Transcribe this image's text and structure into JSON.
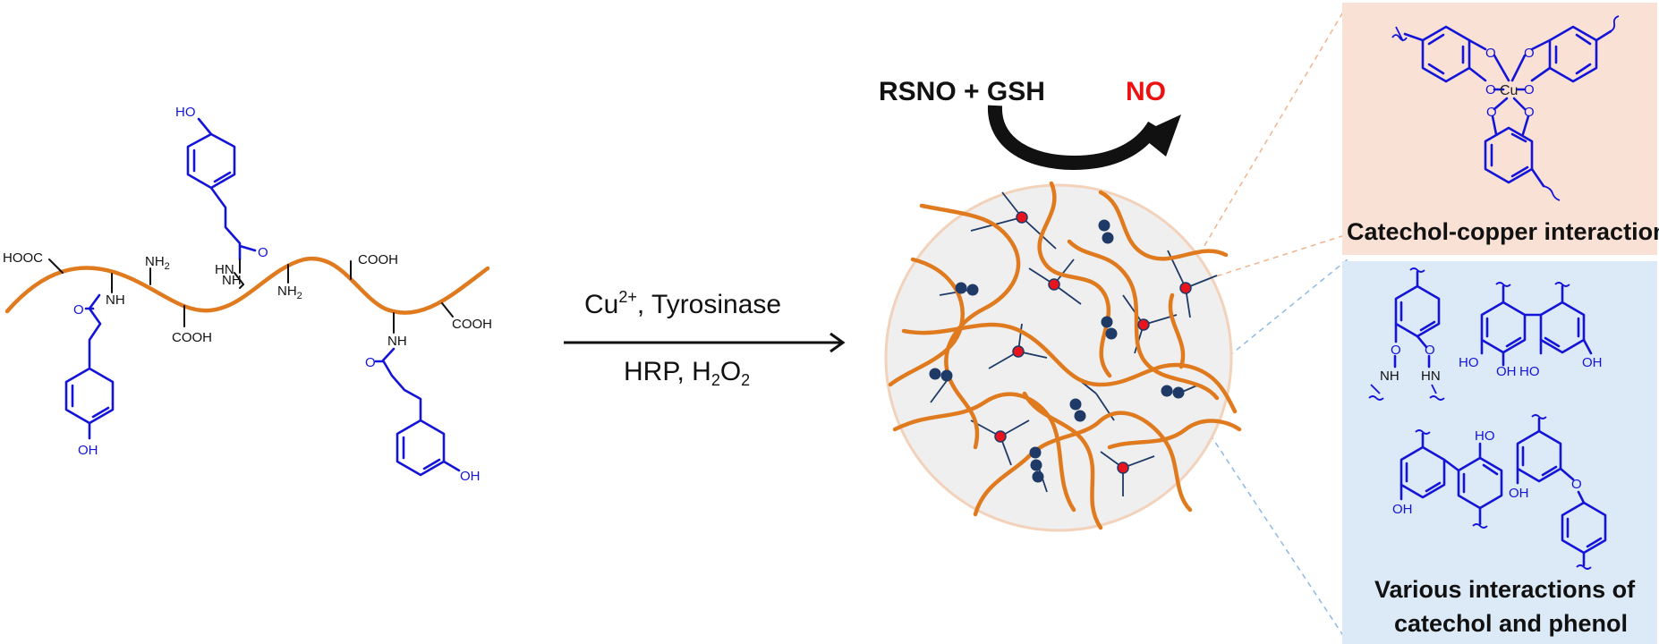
{
  "reaction": {
    "top_left": "RSNO + GSH",
    "top_right": "NO",
    "arrow_upper": {
      "main": "Cu",
      "sup": "2+",
      "rest": ", Tyrosinase"
    },
    "arrow_lower": {
      "main": "HRP, H",
      "sub1": "2",
      "mid": "O",
      "sub2": "2"
    }
  },
  "polymer_labels": {
    "hooc": "HOOC",
    "nh2_a": "NH",
    "nh2_b": "NH",
    "two": "2",
    "nh_a": "NH",
    "nh_b": "HN",
    "nh_c": "NH",
    "nh_d": "NH",
    "cooh_a": "COOH",
    "cooh_b": "COOH",
    "cooh_c": "COOH",
    "o_a": "O",
    "o_b": "O",
    "o_c": "O",
    "ho_top": "HO",
    "oh_left": "OH",
    "oh_right": "OH"
  },
  "panels": {
    "top": {
      "caption": "Catechol-copper interaction",
      "metal": "Cu",
      "o": "O",
      "color": "#f9e2d5"
    },
    "bottom": {
      "caption_line1": "Various interactions of",
      "caption_line2": "catechol and phenol",
      "o": "O",
      "nh": "NH",
      "hn": "HN",
      "ho": "HO",
      "oh": "OH",
      "color": "#dce9f6"
    }
  },
  "colors": {
    "polymer": "#e07a1f",
    "phenol": "#1414d8",
    "no": "#ee1111",
    "dot_red": "#e8141e",
    "dot_navy": "#1f3a66"
  }
}
